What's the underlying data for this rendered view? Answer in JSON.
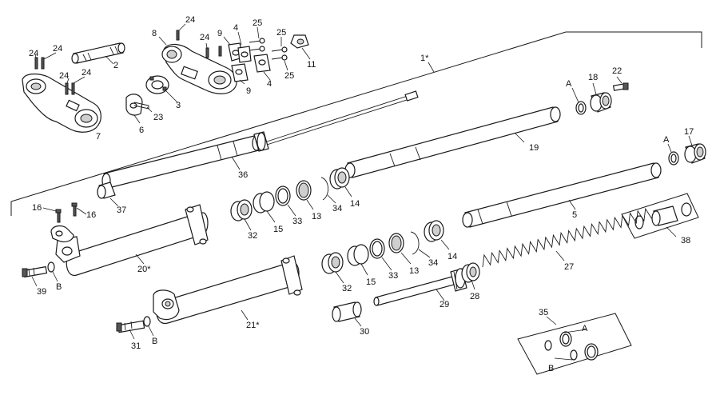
{
  "labels": {
    "l1": "1*",
    "l2": "2",
    "l3": "3",
    "l4a": "4",
    "l4b": "4",
    "l5": "5",
    "l6": "6",
    "l7": "7",
    "l8": "8",
    "l9a": "9",
    "l9b": "9",
    "l11": "11",
    "l13a": "13",
    "l13b": "13",
    "l14a": "14",
    "l14b": "14",
    "l15a": "15",
    "l15b": "15",
    "l16a": "16",
    "l16b": "16",
    "l17": "17",
    "l18": "18",
    "l19": "19",
    "l20": "20*",
    "l21": "21*",
    "l22": "22",
    "l23": "23",
    "l24a": "24",
    "l24b": "24",
    "l24c": "24",
    "l24d": "24",
    "l24e": "24",
    "l24f": "24",
    "l25a": "25",
    "l25b": "25",
    "l25c": "25",
    "l27": "27",
    "l28": "28",
    "l29": "29",
    "l30": "30",
    "l31": "31",
    "l32a": "32",
    "l32b": "32",
    "l33a": "33",
    "l33b": "33",
    "l34a": "34",
    "l34b": "34",
    "l35": "35",
    "l36": "36",
    "l37": "37",
    "l38": "38",
    "l39": "39",
    "lA1": "A",
    "lA2": "A",
    "lA3": "A",
    "lB1": "B",
    "lB2": "B",
    "lB3": "B"
  }
}
